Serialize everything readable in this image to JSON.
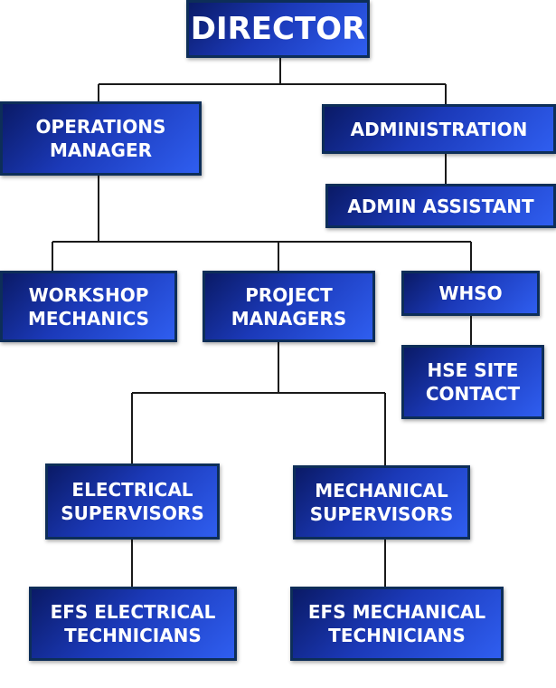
{
  "org_chart": {
    "director": "DIRECTOR",
    "operations_manager": "OPERATIONS\nMANAGER",
    "administration": "ADMINISTRATION",
    "admin_assistant": "ADMIN ASSISTANT",
    "workshop_mechanics": "WORKSHOP\nMECHANICS",
    "project_managers": "PROJECT\nMANAGERS",
    "whso": "WHSO",
    "hse_site_contact": "HSE SITE\nCONTACT",
    "electrical_supervisors": "ELECTRICAL\nSUPERVISORS",
    "mechanical_supervisors": "MECHANICAL\nSUPERVISORS",
    "efs_electrical_technicians": "EFS ELECTRICAL\nTECHNICIANS",
    "efs_mechanical_technicians": "EFS MECHANICAL\nTECHNICIANS"
  },
  "colors": {
    "box_fill": "#1b39b8",
    "box_border": "#0d2e58",
    "connector": "#1a1a1a",
    "text": "#ffffff"
  }
}
